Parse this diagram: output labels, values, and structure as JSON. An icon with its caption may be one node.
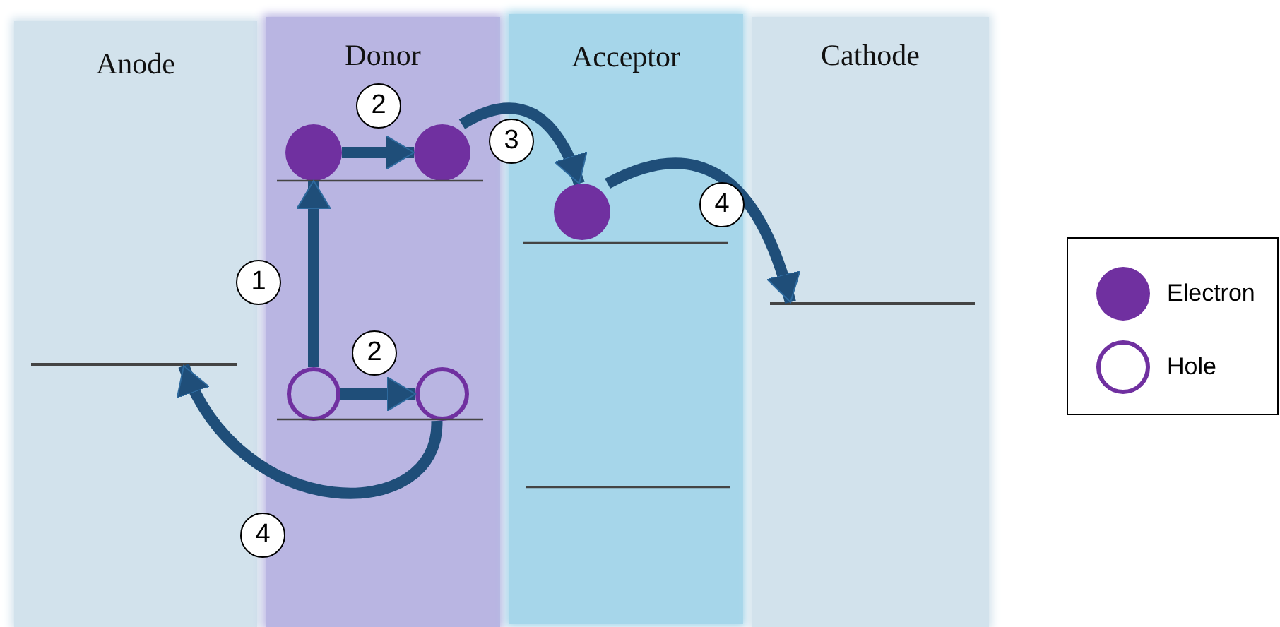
{
  "diagram": {
    "nodes": [
      {
        "text": [
          "Anode"
        ]
      },
      {
        "text": [
          "Donor"
        ]
      },
      {
        "text": [
          "Acceptor"
        ]
      },
      {
        "text": [
          "Cathode"
        ]
      },
      {
        "text": [],
        "shape": "circle",
        "in": 1
      },
      {
        "text": [],
        "shape": "circle",
        "in": 1
      },
      {
        "text": [],
        "shape": "circle",
        "in": 2
      },
      {
        "text": [],
        "shape": "circle",
        "in": 1
      },
      {
        "text": [],
        "shape": "circle",
        "in": 1
      },
      {
        "text": [],
        "shape": "bar",
        "in": 0
      },
      {
        "text": [],
        "shape": "bar",
        "in": 3
      }
    ],
    "edges": [
      {
        "from": 7,
        "to": 4,
        "arrow": "to"
      },
      {
        "from": 4,
        "to": 5,
        "arrow": "to"
      },
      {
        "from": 7,
        "to": 8,
        "arrow": "to"
      },
      {
        "from": 5,
        "to": 6,
        "arrow": "to"
      },
      {
        "from": 6,
        "to": 10,
        "arrow": "to"
      },
      {
        "from": 8,
        "to": 9,
        "arrow": "to"
      }
    ],
    "labels": [
      "2",
      "3",
      "4",
      "1",
      "2",
      "4"
    ],
    "legend": [
      {
        "text": "Electron",
        "color": "#7030a0"
      },
      {
        "text": "Hole"
      }
    ]
  }
}
